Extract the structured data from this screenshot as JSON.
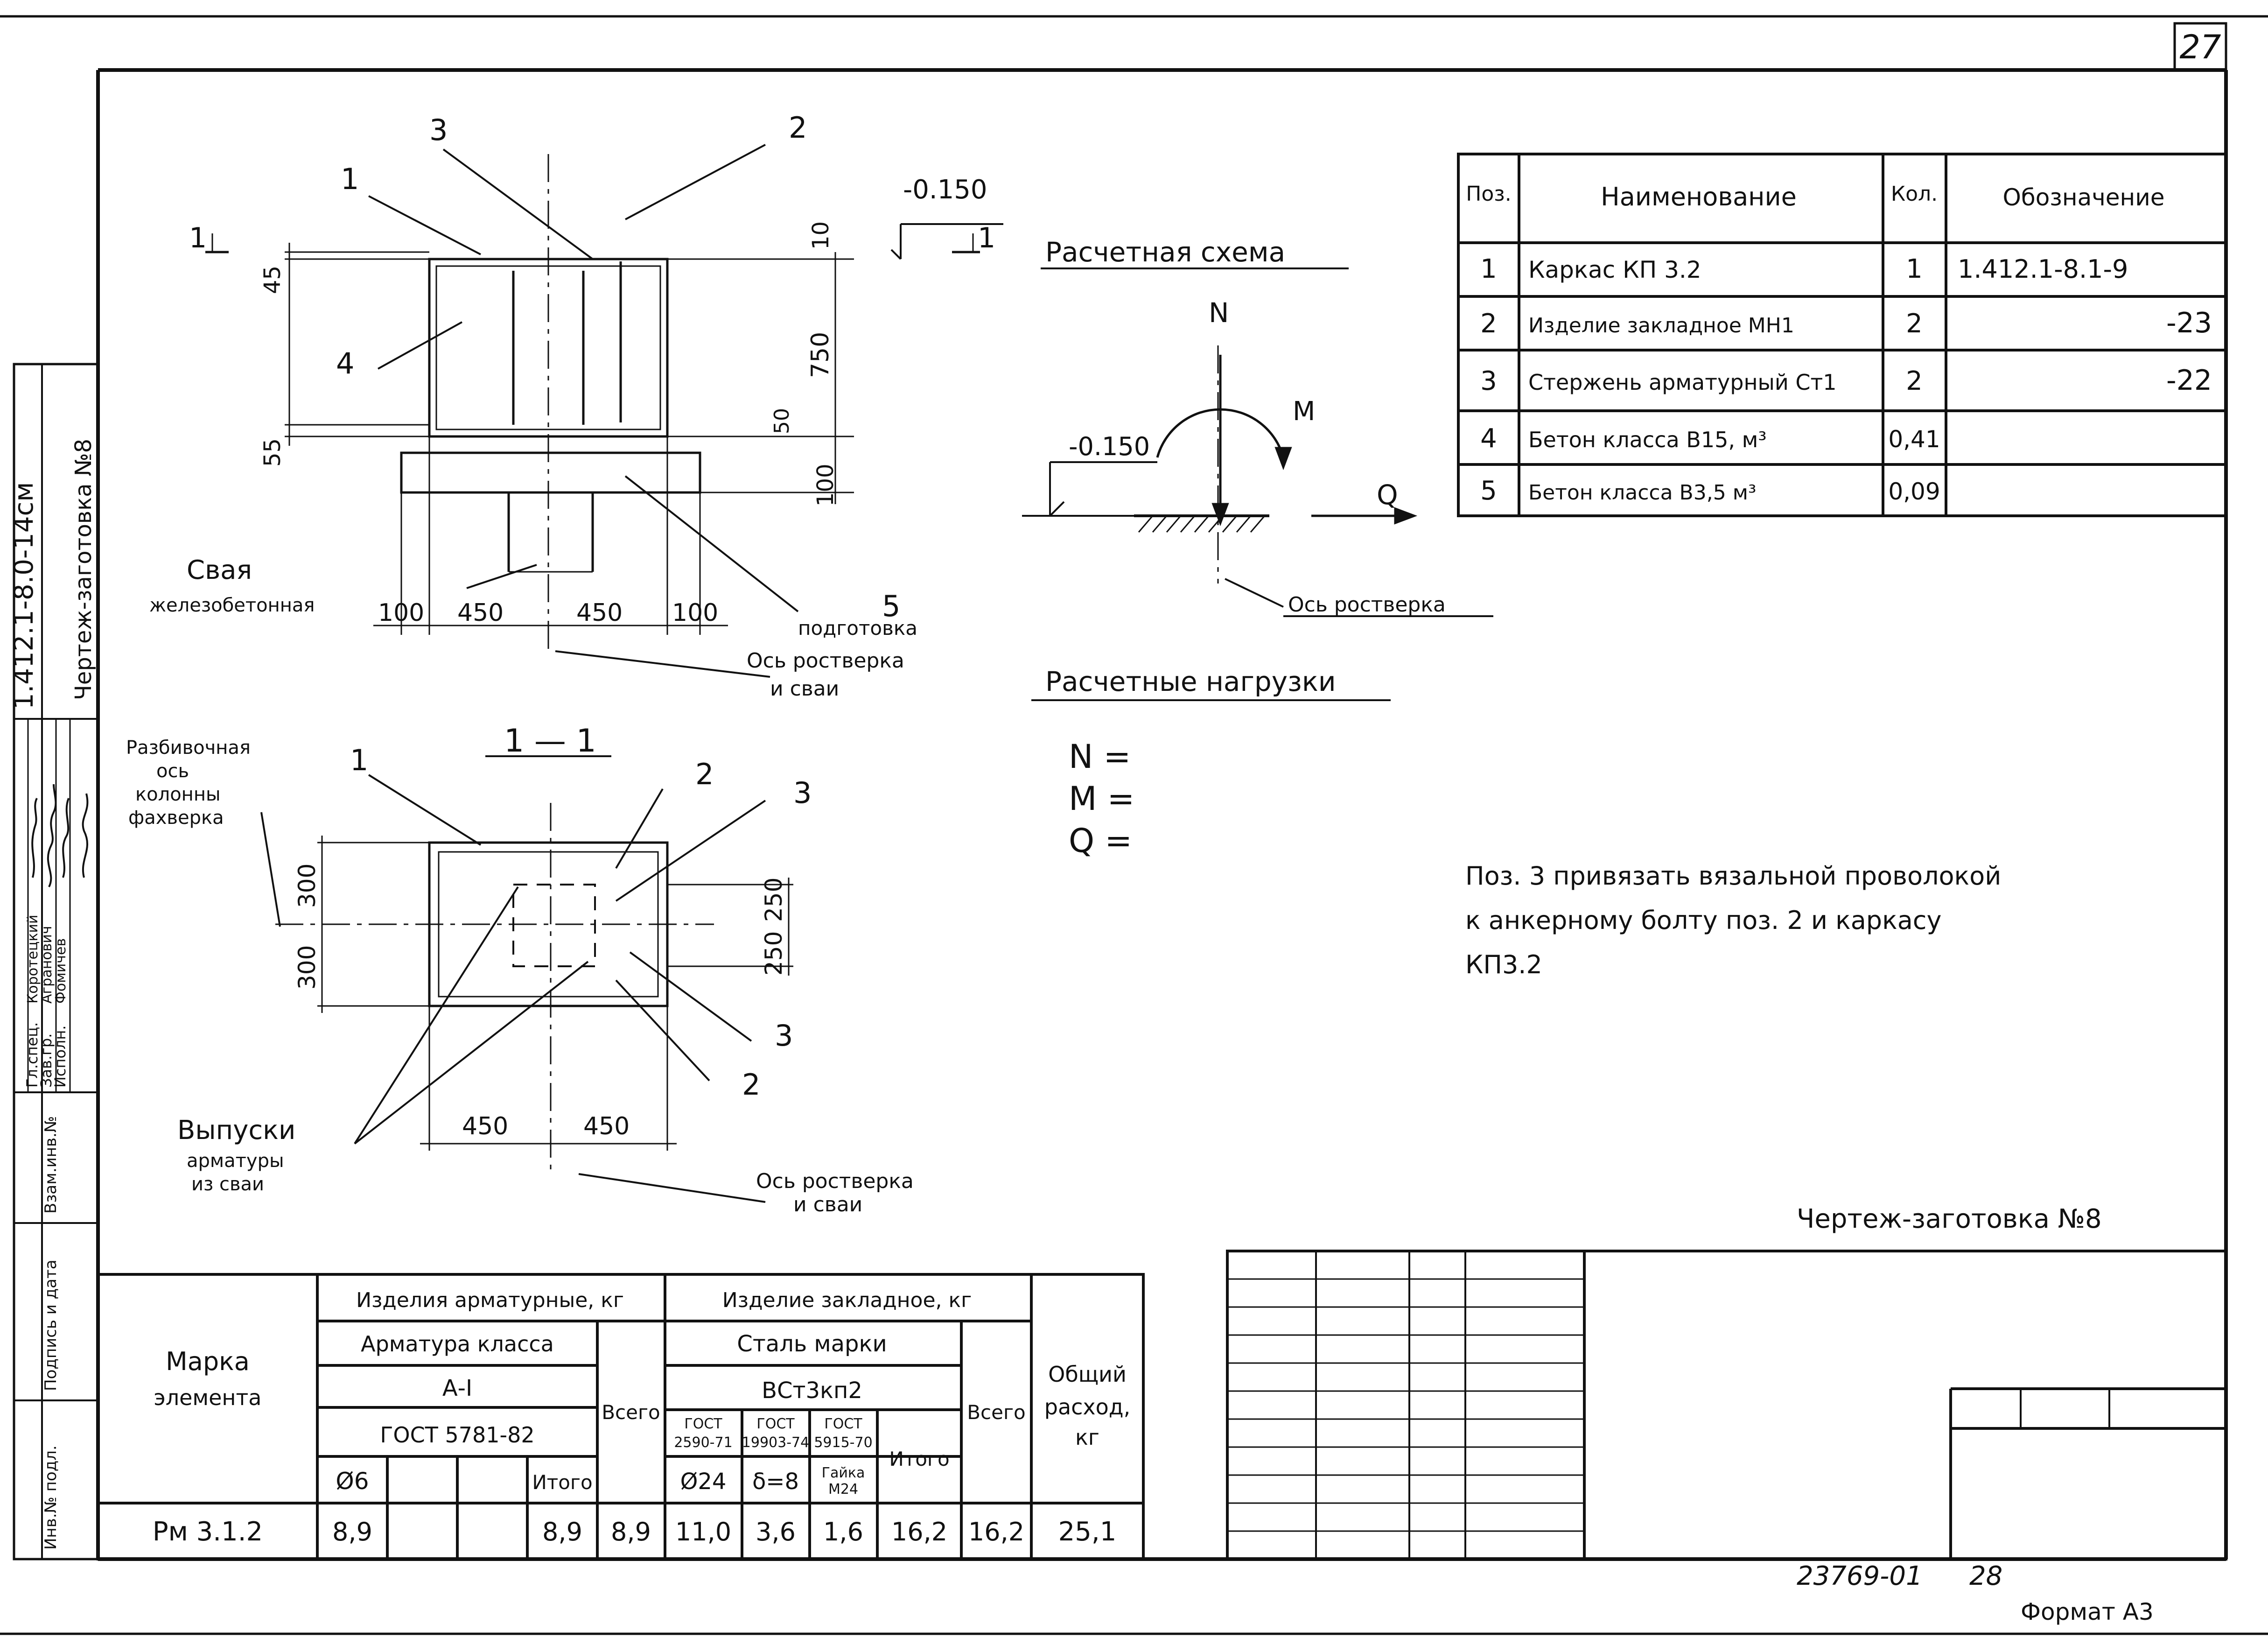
{
  "sheet": {
    "page_number": "27",
    "drawing_title": "Чертеж-заготовка №8",
    "stamp_number": "23769-01",
    "stamp_sheet": "28",
    "format": "Формат А3"
  },
  "side_stamp": {
    "doc_code": "1.412.1-8.0-14см",
    "doc_title": "Чертеж-заготовка №8",
    "roles": [
      "Гл.спец.",
      "Зав.гр.",
      "Исполн."
    ],
    "names": [
      "Коротецкий",
      "Агранович",
      "Фомичев"
    ],
    "fields": [
      "Взам.инв.№",
      "Подпись и дата",
      "Инв.№ подл."
    ]
  },
  "plan_view": {
    "pos_1": "1",
    "pos_2": "2",
    "pos_3": "3",
    "pos_4": "4",
    "pos_5": "5",
    "section_mark_left": "1",
    "section_mark_right": "1",
    "level": "-0.150",
    "dim_45": "45",
    "dim_55": "55",
    "dim_10_top": "10",
    "dim_750": "750",
    "dim_50": "50",
    "dim_100_v": "100",
    "dim_100_left": "100",
    "dim_450_left": "450",
    "dim_450_right": "450",
    "dim_100_right": "100",
    "label_pile_1": "Свая",
    "label_pile_2": "железобетонная",
    "label_prep_1": "подготовка",
    "label_axis_1": "Ось ростверка",
    "label_axis_2": "и сваи"
  },
  "section_view": {
    "title": "1 — 1",
    "label_layout_1": "Разбивочная",
    "label_layout_2": "ось",
    "label_layout_3": "колонны",
    "label_layout_4": "фахверка",
    "pos_1": "1",
    "pos_2a": "2",
    "pos_3a": "3",
    "pos_3b": "3",
    "pos_2b": "2",
    "dim_300_top": "300",
    "dim_300_bottom": "300",
    "dim_250_top": "250",
    "dim_250_bottom": "250",
    "dim_450_left": "450",
    "dim_450_right": "450",
    "label_out_1": "Выпуски",
    "label_out_2": "арматуры",
    "label_out_3": "из сваи",
    "label_axis_1": "Ось ростверка",
    "label_axis_2": "и сваи"
  },
  "calc_scheme": {
    "title": "Расчетная схема",
    "N": "N",
    "M": "M",
    "Q": "Q",
    "level": "-0.150",
    "axis_label": "Ось ростверка"
  },
  "loads": {
    "title": "Расчетные нагрузки",
    "items": [
      "N =",
      "M =",
      "Q ="
    ]
  },
  "note": {
    "line1": "Поз. 3 привязать вязальной проволокой",
    "line2": "к анкерному болту поз. 2 и каркасу",
    "line3": "КП3.2"
  },
  "spec_table": {
    "headers": [
      "Поз.",
      "Наименование",
      "Кол.",
      "Обозначение"
    ],
    "rows": [
      [
        "1",
        "Каркас КП 3.2",
        "1",
        "1.412.1-8.1-9"
      ],
      [
        "2",
        "Изделие закладное МН1",
        "2",
        "-23"
      ],
      [
        "3",
        "Стержень арматурный Ст1",
        "2",
        "-22"
      ],
      [
        "4",
        "Бетон класса В15, м³",
        "0,41",
        ""
      ],
      [
        "5",
        "Бетон класса В3,5 м³",
        "0,09",
        ""
      ]
    ]
  },
  "steel_table": {
    "h_mark_1": "Марка",
    "h_mark_2": "элемента",
    "h_rebar": "Изделия арматурные, кг",
    "h_rebar_class": "Арматура класса",
    "h_rebar_grade": "А-I",
    "h_rebar_gost": "ГОСТ 5781-82",
    "h_d6": "Ø6",
    "h_total1": "Итого",
    "h_all1": "Всего",
    "h_embed": "Изделие закладное, кг",
    "h_steel": "Сталь марки",
    "h_steel_grade": "ВСт3кп2",
    "h_gost1_a": "ГОСТ",
    "h_gost1_b": "2590-71",
    "h_gost2_a": "ГОСТ",
    "h_gost2_b": "19903-74",
    "h_gost3_a": "ГОСТ",
    "h_gost3_b": "5915-70",
    "h_d24": "Ø24",
    "h_d8": "δ=8",
    "h_nut_a": "Гайка",
    "h_nut_b": "М24",
    "h_total2": "Итого",
    "h_all2": "Всего",
    "h_total_a": "Общий",
    "h_total_b": "расход,",
    "h_total_c": "кг",
    "row": [
      "Рм 3.1.2",
      "8,9",
      "",
      "",
      "8,9",
      "8,9",
      "11,0",
      "3,6",
      "1,6",
      "16,2",
      "16,2",
      "25,1"
    ]
  }
}
